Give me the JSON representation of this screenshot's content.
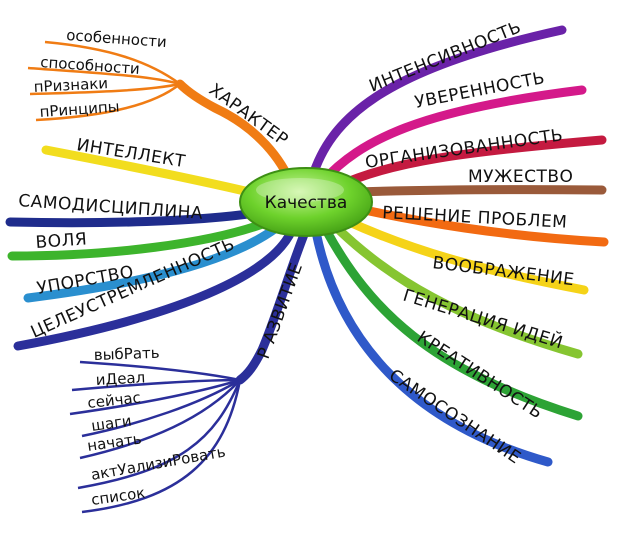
{
  "center": {
    "label": "Качества",
    "color": "#5cc51c"
  },
  "branches": {
    "character": {
      "label": "ХАРАКТЕР",
      "color": "#f07c14",
      "children": [
        "особенности",
        "способности",
        "пРизнаки",
        "пРинципы"
      ]
    },
    "development": {
      "label": "Р АЗВИТИЕ",
      "color": "#2b2f9a",
      "children": [
        "выбРать",
        "иДеал",
        "сейчас",
        "шаги",
        "начать",
        "актУализиРовать",
        "список"
      ]
    },
    "left": [
      {
        "label": "ИНТЕЛЛЕКТ",
        "color": "#f2dd1e"
      },
      {
        "label": "САМОДИСЦИПЛИНА",
        "color": "#1f2c8c"
      },
      {
        "label": "ВОЛЯ",
        "color": "#3db42c"
      },
      {
        "label": "УПОРСТВО",
        "color": "#2a8fcf"
      },
      {
        "label": "ЦЕЛЕУСТРЕМЛЕННОСТЬ",
        "color": "#2b2f9a"
      }
    ],
    "right": [
      {
        "label": "ИНТЕНСИВНОСТЬ",
        "color": "#6a22a8"
      },
      {
        "label": "УВЕРЕННОСТЬ",
        "color": "#d4198a"
      },
      {
        "label": "ОРГАНИЗОВАННОСТЬ",
        "color": "#c41a40"
      },
      {
        "label": "МУЖЕСТВО",
        "color": "#9a5a3a"
      },
      {
        "label": "РЕШЕНИЕ  ПРОБЛЕМ",
        "color": "#f26a12"
      },
      {
        "label": "ВООБРАЖЕНИЕ",
        "color": "#f5d318"
      },
      {
        "label": "ГЕНЕРАЦИЯ  ИДЕЙ",
        "color": "#86c531"
      },
      {
        "label": "КРЕАТИВНОСТЬ",
        "color": "#2da335"
      },
      {
        "label": "САМОСОЗНАНИЕ",
        "color": "#2f59c9"
      }
    ]
  }
}
